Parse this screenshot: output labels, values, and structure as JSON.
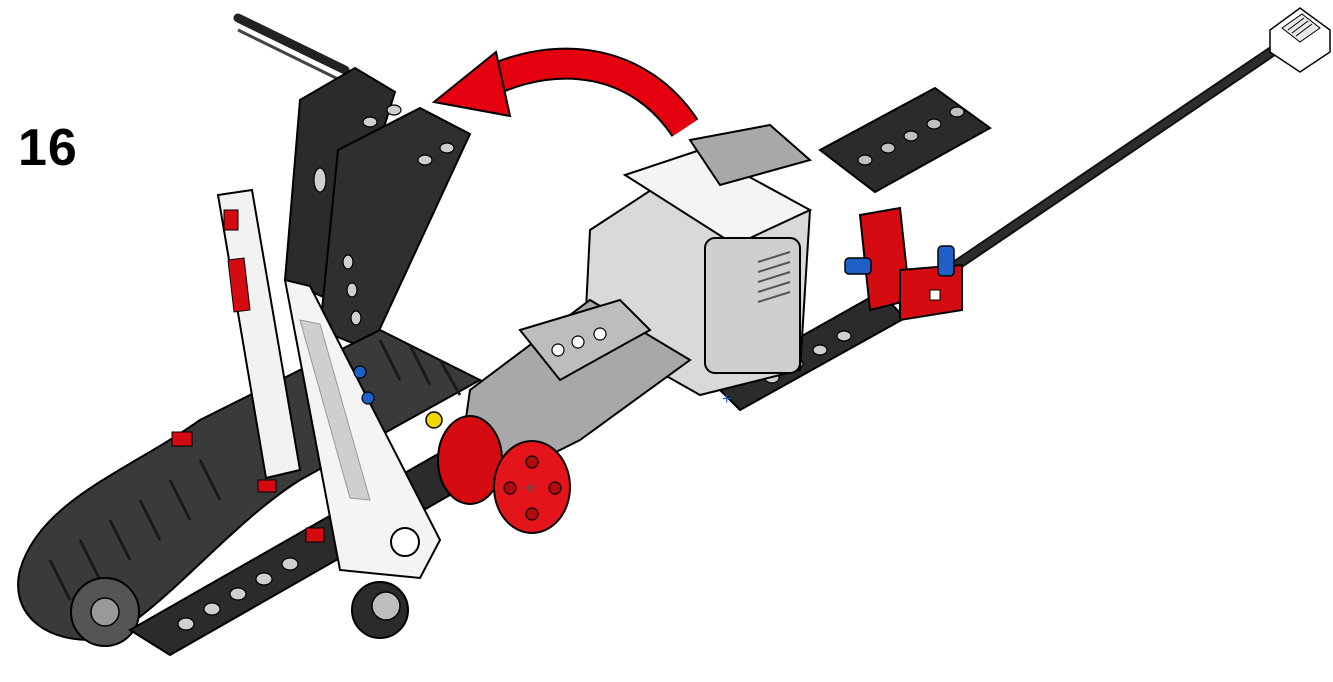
{
  "instruction": {
    "step_number": "16",
    "rotate_direction": "counter-clockwise",
    "colors": {
      "arrow": "#e5000f",
      "beam_dark": "#2b2b2b",
      "beam_edge": "#111111",
      "motor_light": "#d9d9d9",
      "motor_mid": "#a8a8a8",
      "motor_white": "#f4f4f4",
      "red_part": "#d40c12",
      "blue_pin": "#1e5fc8",
      "cable": "#222222",
      "panel_white": "#f2f2f2",
      "panel_red": "#d40c12",
      "yellow": "#f2d600"
    },
    "icons": [
      "curved-rotation-arrow",
      "rj12-cable-plug"
    ]
  }
}
